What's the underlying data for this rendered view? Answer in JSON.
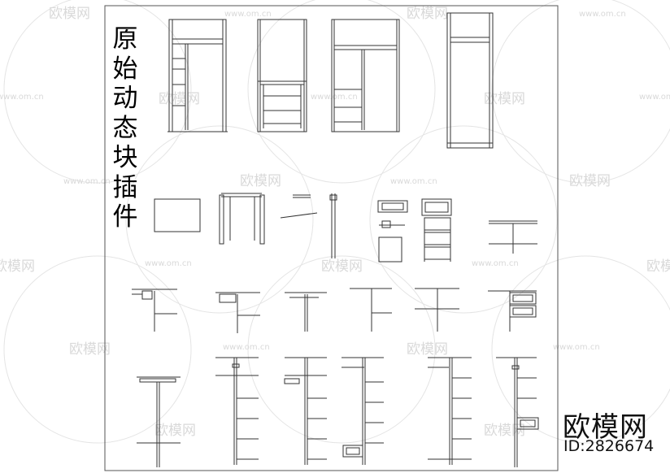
{
  "title_chars": [
    "原",
    "始",
    "动",
    "态",
    "块",
    "插",
    "件"
  ],
  "watermark": {
    "brand": "欧模网",
    "url": "www.om.cn",
    "color": "#d9d9d9"
  },
  "corner_brand": "欧模网",
  "id_label": "ID:2826674",
  "line_color": "#333333"
}
